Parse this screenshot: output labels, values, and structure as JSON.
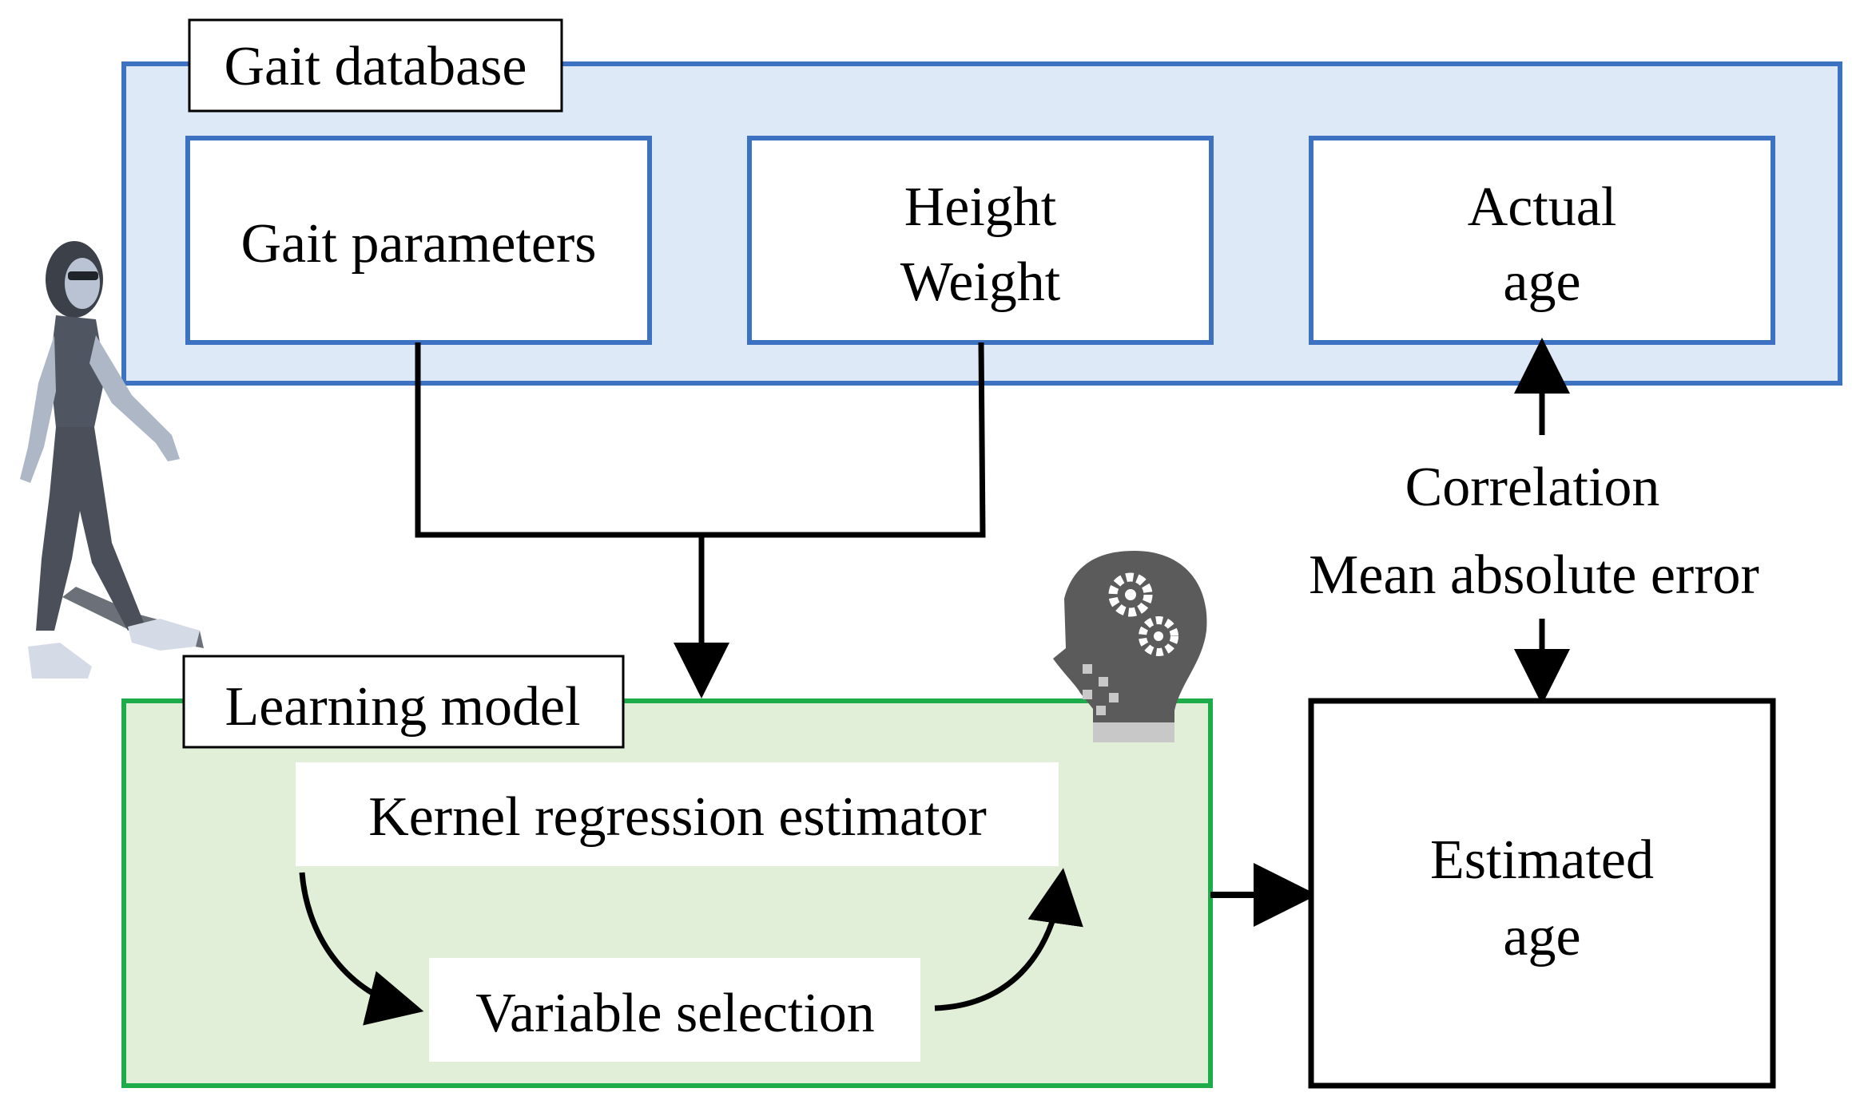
{
  "gait_database": {
    "title": "Gait database",
    "gait_parameters": "Gait parameters",
    "height": "Height",
    "weight": "Weight",
    "actual_age_line1": "Actual",
    "actual_age_line2": "age"
  },
  "metrics": {
    "correlation": "Correlation",
    "mae": "Mean absolute error"
  },
  "learning_model": {
    "title": "Learning model",
    "kernel": "Kernel regression estimator",
    "variable_selection": "Variable selection"
  },
  "estimated_age": {
    "line1": "Estimated",
    "line2": "age"
  },
  "icons": {
    "walker": "walking-person-icon",
    "head": "head-gears-icon"
  },
  "colors": {
    "database_fill": "#dde9f6",
    "database_border": "#3d72c2",
    "learning_fill": "#e1eed8",
    "learning_border": "#1eac4a",
    "head_icon": "#5b5b5b",
    "walker": "#4f5561"
  }
}
